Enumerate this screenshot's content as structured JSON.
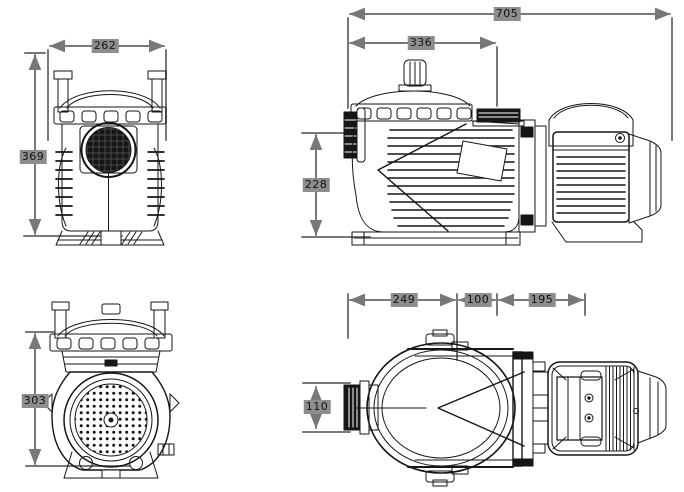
{
  "figure": {
    "type": "technical-dimension-drawing",
    "subject": "pool-pump-four-views",
    "colors": {
      "background": "#ffffff",
      "line": "#161616",
      "dimension_line": "#787878",
      "label_bg": "#8d8d8d",
      "label_text": "#121212"
    },
    "views": {
      "front": {
        "dims": {
          "width": "262",
          "height": "369"
        }
      },
      "side": {
        "dims": {
          "overall_length": "705",
          "body_length": "336",
          "inlet_height": "228"
        }
      },
      "rear": {
        "dims": {
          "height": "303"
        }
      },
      "plan": {
        "dims": {
          "pump_section": "249",
          "mid_section": "100",
          "motor_section": "195",
          "inlet_width": "110"
        }
      }
    }
  }
}
